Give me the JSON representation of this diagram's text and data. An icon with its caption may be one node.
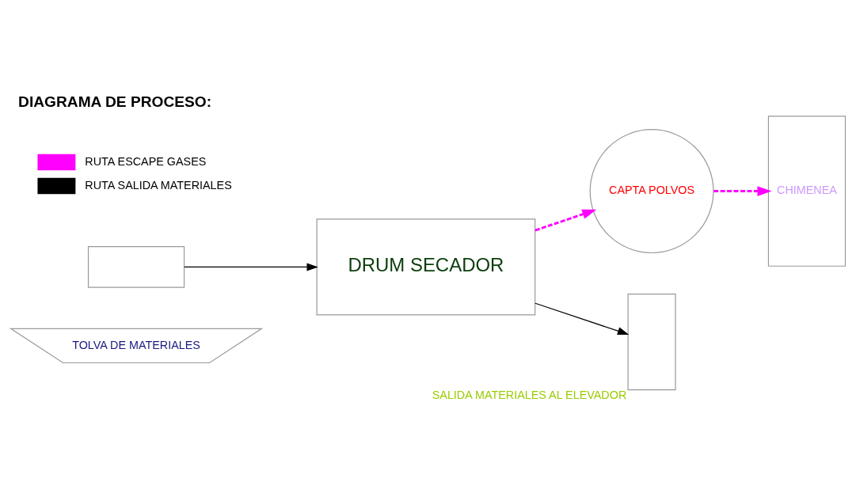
{
  "diagram": {
    "title": "DIAGRAMA DE PROCESO:",
    "nodes": [
      {
        "text": [
          "TOLVA DE MATERIALES"
        ]
      },
      {
        "text": [],
        "shape": "box"
      },
      {
        "text": [
          "DRUM SECADOR"
        ]
      },
      {
        "text": [
          "CAPTA POLVOS"
        ]
      },
      {
        "text": [
          "CHIMENEA"
        ]
      },
      {
        "text": [],
        "shape": "box",
        "beside": [
          "SALIDA MATERIALES AL ELEVADOR"
        ]
      }
    ],
    "edges": [
      {
        "from": 1,
        "to": 2,
        "arrow": "to"
      },
      {
        "from": 2,
        "to": 5,
        "arrow": "to"
      },
      {
        "from": 2,
        "to": 3,
        "arrow": "to",
        "style": "dashed",
        "color": "#ff00ff"
      },
      {
        "from": 3,
        "to": 4,
        "arrow": "to",
        "style": "dashed",
        "color": "#ff00ff"
      }
    ],
    "legend": [
      {
        "text": "RUTA ESCAPE GASES"
      },
      {
        "text": "RUTA SALIDA MATERIALES"
      }
    ]
  }
}
